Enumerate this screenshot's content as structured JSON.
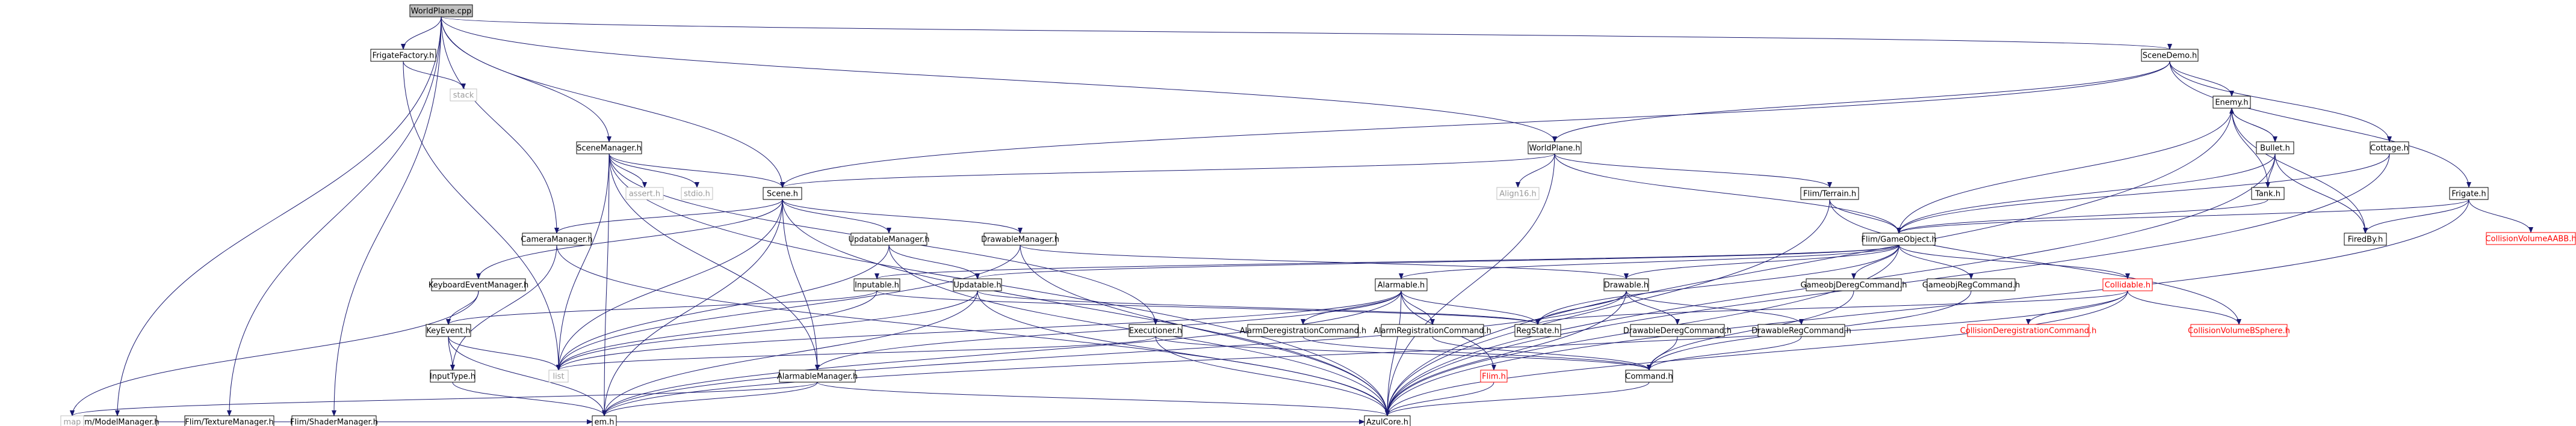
{
  "colors": {
    "edge": "#191970",
    "node_border": "#000000",
    "node_fill": "#ffffff",
    "root_fill": "#bfbfbf",
    "missing_border": "#bfbfbf",
    "missing_text": "#9a9a9a",
    "undocumented_border": "#ff0000",
    "undocumented_text": "#ff0000",
    "text": "#000000"
  },
  "nodes": [
    {
      "id": "root",
      "label": "WorldPlane.cpp",
      "style": "root"
    },
    {
      "id": "frigatefactory",
      "label": "FrigateFactory.h",
      "style": "normal"
    },
    {
      "id": "stack",
      "label": "stack",
      "style": "missing"
    },
    {
      "id": "scenemanager",
      "label": "SceneManager.h",
      "style": "normal"
    },
    {
      "id": "scenedemo",
      "label": "SceneDemo.h",
      "style": "normal"
    },
    {
      "id": "worldplane",
      "label": "WorldPlane.h",
      "style": "normal"
    },
    {
      "id": "enemy",
      "label": "Enemy.h",
      "style": "normal"
    },
    {
      "id": "bullet",
      "label": "Bullet.h",
      "style": "normal"
    },
    {
      "id": "cottage",
      "label": "Cottage.h",
      "style": "normal"
    },
    {
      "id": "frigate",
      "label": "Frigate.h",
      "style": "normal"
    },
    {
      "id": "cvaabb",
      "label": "CollisionVolumeAABB.h",
      "style": "undocumented"
    },
    {
      "id": "tank",
      "label": "Tank.h",
      "style": "normal"
    },
    {
      "id": "firedby",
      "label": "FiredBy.h",
      "style": "normal"
    },
    {
      "id": "scene",
      "label": "Scene.h",
      "style": "normal"
    },
    {
      "id": "assert",
      "label": "assert.h",
      "style": "missing"
    },
    {
      "id": "stdio",
      "label": "stdio.h",
      "style": "missing"
    },
    {
      "id": "align16",
      "label": "Align16.h",
      "style": "missing"
    },
    {
      "id": "flimterrain",
      "label": "Flim/Terrain.h",
      "style": "normal"
    },
    {
      "id": "gameobject",
      "label": "Flim/GameObject.h",
      "style": "normal"
    },
    {
      "id": "cameramanager",
      "label": "CameraManager.h",
      "style": "normal"
    },
    {
      "id": "updatablemanager",
      "label": "UpdatableManager.h",
      "style": "normal"
    },
    {
      "id": "drawablemanager",
      "label": "DrawableManager.h",
      "style": "normal"
    },
    {
      "id": "keyboardeventmanager",
      "label": "KeyboardEventManager.h",
      "style": "normal"
    },
    {
      "id": "alarmable",
      "label": "Alarmable.h",
      "style": "normal"
    },
    {
      "id": "inputable",
      "label": "Inputable.h",
      "style": "normal"
    },
    {
      "id": "updatable",
      "label": "Updatable.h",
      "style": "normal"
    },
    {
      "id": "drawable",
      "label": "Drawable.h",
      "style": "normal"
    },
    {
      "id": "gameobjderegcommand",
      "label": "GameobjDeregCommand.h",
      "style": "normal"
    },
    {
      "id": "gameobjregcommand",
      "label": "GameobjRegCommand.h",
      "style": "normal"
    },
    {
      "id": "collidable",
      "label": "Collidable.h",
      "style": "undocumented"
    },
    {
      "id": "keyevent",
      "label": "KeyEvent.h",
      "style": "normal"
    },
    {
      "id": "regstate",
      "label": "RegState.h",
      "style": "normal"
    },
    {
      "id": "executioner",
      "label": "Executioner.h",
      "style": "normal"
    },
    {
      "id": "alarmderegcommand",
      "label": "AlarmDeregistrationCommand.h",
      "style": "normal"
    },
    {
      "id": "alarmregcommand",
      "label": "AlarmRegistrationCommand.h",
      "style": "normal"
    },
    {
      "id": "drawablederegcommand",
      "label": "DrawableDeregCommand.h",
      "style": "normal"
    },
    {
      "id": "drawableregcommand",
      "label": "DrawableRegCommand.h",
      "style": "normal"
    },
    {
      "id": "collisionderegcommand",
      "label": "CollisionDeregistrationCommand.h",
      "style": "undocumented"
    },
    {
      "id": "cvbsphere",
      "label": "CollisionVolumeBSphere.h",
      "style": "undocumented"
    },
    {
      "id": "list",
      "label": "list",
      "style": "missing"
    },
    {
      "id": "inputtype",
      "label": "InputType.h",
      "style": "normal"
    },
    {
      "id": "alarmablemanager",
      "label": "AlarmableManager.h",
      "style": "normal"
    },
    {
      "id": "flimh",
      "label": "Flim.h",
      "style": "undocumented"
    },
    {
      "id": "command",
      "label": "Command.h",
      "style": "normal"
    },
    {
      "id": "flimmodelmanager",
      "label": "Flim/ModelManager.h",
      "style": "normal"
    },
    {
      "id": "flimtexturemanager",
      "label": "Flim/TextureManager.h",
      "style": "normal"
    },
    {
      "id": "flimshadermanager",
      "label": "Flim/ShaderManager.h",
      "style": "normal"
    },
    {
      "id": "map",
      "label": "map",
      "style": "missing"
    },
    {
      "id": "em",
      "label": "em.h",
      "style": "normal"
    },
    {
      "id": "azulcore",
      "label": "AzulCore.h",
      "style": "normal"
    }
  ],
  "edges": [
    [
      "root",
      "frigatefactory"
    ],
    [
      "root",
      "scenemanager"
    ],
    [
      "root",
      "scenedemo"
    ],
    [
      "root",
      "worldplane"
    ],
    [
      "root",
      "scene"
    ],
    [
      "root",
      "cameramanager"
    ],
    [
      "root",
      "flimmodelmanager"
    ],
    [
      "root",
      "flimtexturemanager"
    ],
    [
      "root",
      "flimshadermanager"
    ],
    [
      "frigatefactory",
      "stack"
    ],
    [
      "frigatefactory",
      "list"
    ],
    [
      "scenedemo",
      "enemy"
    ],
    [
      "scenedemo",
      "cottage"
    ],
    [
      "scenedemo",
      "frigate"
    ],
    [
      "scenedemo",
      "worldplane"
    ],
    [
      "scenedemo",
      "scene"
    ],
    [
      "enemy",
      "bullet"
    ],
    [
      "enemy",
      "tank"
    ],
    [
      "enemy",
      "firedby"
    ],
    [
      "enemy",
      "gameobject"
    ],
    [
      "enemy",
      "azulcore"
    ],
    [
      "bullet",
      "enemy"
    ],
    [
      "bullet",
      "tank"
    ],
    [
      "bullet",
      "firedby"
    ],
    [
      "bullet",
      "gameobject"
    ],
    [
      "bullet",
      "azulcore"
    ],
    [
      "cottage",
      "gameobject"
    ],
    [
      "cottage",
      "azulcore"
    ],
    [
      "frigate",
      "cvaabb"
    ],
    [
      "frigate",
      "gameobject"
    ],
    [
      "frigate",
      "firedby"
    ],
    [
      "frigate",
      "azulcore"
    ],
    [
      "tank",
      "gameobject"
    ],
    [
      "worldplane",
      "align16"
    ],
    [
      "worldplane",
      "flimterrain"
    ],
    [
      "worldplane",
      "gameobject"
    ],
    [
      "worldplane",
      "scene"
    ],
    [
      "worldplane",
      "azulcore"
    ],
    [
      "flimterrain",
      "gameobject"
    ],
    [
      "flimterrain",
      "cvbsphere"
    ],
    [
      "flimterrain",
      "azulcore"
    ],
    [
      "scenemanager",
      "assert"
    ],
    [
      "scenemanager",
      "stdio"
    ],
    [
      "scenemanager",
      "scene"
    ],
    [
      "scenemanager",
      "executioner"
    ],
    [
      "scenemanager",
      "list"
    ],
    [
      "scenemanager",
      "em"
    ],
    [
      "scenemanager",
      "alarmablemanager"
    ],
    [
      "scenemanager",
      "azulcore"
    ],
    [
      "scene",
      "updatablemanager"
    ],
    [
      "scene",
      "drawablemanager"
    ],
    [
      "scene",
      "keyboardeventmanager"
    ],
    [
      "scene",
      "cameramanager"
    ],
    [
      "scene",
      "alarmablemanager"
    ],
    [
      "scene",
      "em"
    ],
    [
      "scene",
      "list"
    ],
    [
      "scene",
      "azulcore"
    ],
    [
      "cameramanager",
      "azulcore"
    ],
    [
      "cameramanager",
      "inputtype"
    ],
    [
      "updatablemanager",
      "updatable"
    ],
    [
      "updatablemanager",
      "list"
    ],
    [
      "updatablemanager",
      "azulcore"
    ],
    [
      "drawablemanager",
      "drawable"
    ],
    [
      "drawablemanager",
      "list"
    ],
    [
      "drawablemanager",
      "azulcore"
    ],
    [
      "keyboardeventmanager",
      "keyevent"
    ],
    [
      "keyboardeventmanager",
      "map"
    ],
    [
      "gameobject",
      "alarmable"
    ],
    [
      "gameobject",
      "inputable"
    ],
    [
      "gameobject",
      "updatable"
    ],
    [
      "gameobject",
      "drawable"
    ],
    [
      "gameobject",
      "gameobjderegcommand"
    ],
    [
      "gameobject",
      "gameobjregcommand"
    ],
    [
      "gameobject",
      "collidable"
    ],
    [
      "gameobject",
      "regstate"
    ],
    [
      "gameobject",
      "azulcore"
    ],
    [
      "alarmable",
      "alarmderegcommand"
    ],
    [
      "alarmable",
      "alarmregcommand"
    ],
    [
      "alarmable",
      "regstate"
    ],
    [
      "alarmable",
      "flimh"
    ],
    [
      "alarmable",
      "alarmablemanager"
    ],
    [
      "alarmable",
      "em"
    ],
    [
      "alarmable",
      "azulcore"
    ],
    [
      "alarmable",
      "list"
    ],
    [
      "inputable",
      "keyevent"
    ],
    [
      "inputable",
      "regstate"
    ],
    [
      "inputable",
      "list"
    ],
    [
      "updatable",
      "regstate"
    ],
    [
      "updatable",
      "em"
    ],
    [
      "updatable",
      "azulcore"
    ],
    [
      "updatable",
      "list"
    ],
    [
      "drawable",
      "drawablederegcommand"
    ],
    [
      "drawable",
      "drawableregcommand"
    ],
    [
      "drawable",
      "regstate"
    ],
    [
      "drawable",
      "em"
    ],
    [
      "drawable",
      "azulcore"
    ],
    [
      "gameobjderegcommand",
      "command"
    ],
    [
      "gameobjregcommand",
      "command"
    ],
    [
      "collidable",
      "collisionderegcommand"
    ],
    [
      "collidable",
      "cvbsphere"
    ],
    [
      "collidable",
      "regstate"
    ],
    [
      "collidable",
      "azulcore"
    ],
    [
      "collidable",
      "em"
    ],
    [
      "keyevent",
      "inputtype"
    ],
    [
      "keyevent",
      "list"
    ],
    [
      "keyevent",
      "em"
    ],
    [
      "executioner",
      "command"
    ],
    [
      "executioner",
      "azulcore"
    ],
    [
      "executioner",
      "list"
    ],
    [
      "alarmderegcommand",
      "command"
    ],
    [
      "alarmregcommand",
      "command"
    ],
    [
      "drawablederegcommand",
      "command"
    ],
    [
      "drawableregcommand",
      "command"
    ],
    [
      "alarmablemanager",
      "azulcore"
    ],
    [
      "alarmablemanager",
      "em"
    ],
    [
      "alarmablemanager",
      "map"
    ],
    [
      "flimh",
      "azulcore"
    ],
    [
      "command",
      "azulcore"
    ],
    [
      "inputtype",
      "em"
    ],
    [
      "flimmodelmanager",
      "map"
    ],
    [
      "flimmodelmanager",
      "azulcore"
    ],
    [
      "flimmodelmanager",
      "em"
    ],
    [
      "flimtexturemanager",
      "map"
    ],
    [
      "flimtexturemanager",
      "azulcore"
    ],
    [
      "flimtexturemanager",
      "em"
    ],
    [
      "flimshadermanager",
      "map"
    ],
    [
      "flimshadermanager",
      "azulcore"
    ],
    [
      "flimshadermanager",
      "em"
    ]
  ]
}
